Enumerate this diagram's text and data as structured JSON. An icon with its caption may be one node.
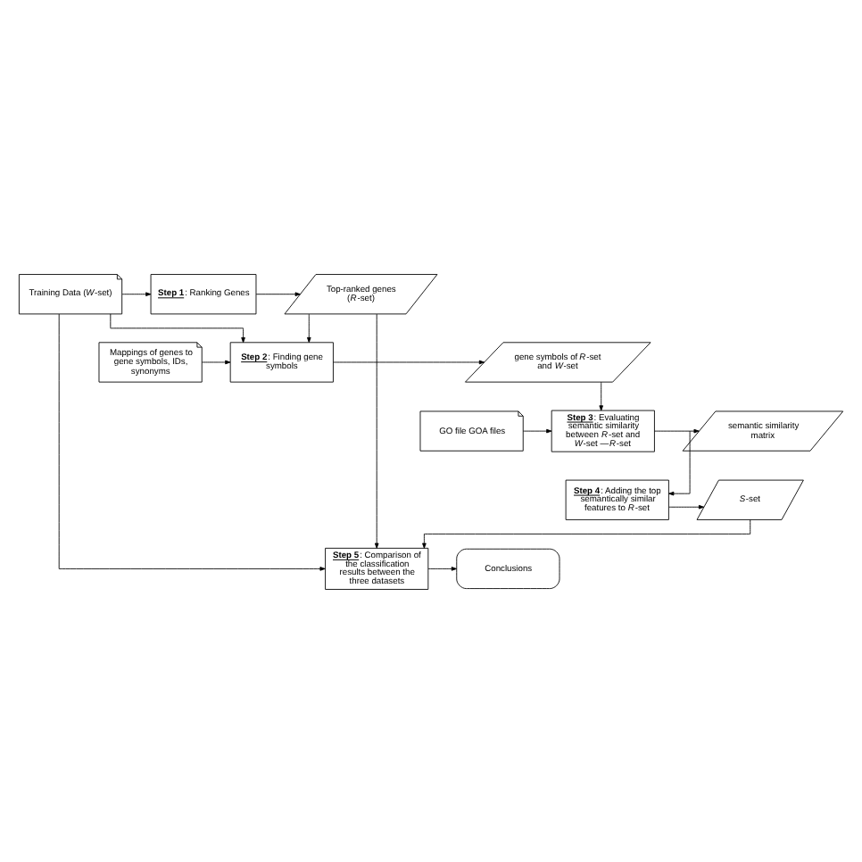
{
  "diagram": {
    "nodes": [
      {
        "text": [
          "Training Data (*W*-set)"
        ]
      },
      {
        "text": [
          "**Step 1**: Ranking Genes"
        ]
      },
      {
        "text": [
          "Top-ranked genes (*R*-set)"
        ]
      },
      {
        "text": [
          "Mappings of genes to gene symbols, IDs, synonyms"
        ]
      },
      {
        "text": [
          "**Step 2**: Finding gene symbols"
        ]
      },
      {
        "text": [
          "gene symbols of *R*-set and *W*-set"
        ]
      },
      {
        "text": [
          "GO file GOA files"
        ]
      },
      {
        "text": [
          "**Step 3**: Evaluating semantic similarity between *R*-set and *W*-set —*R*-set"
        ]
      },
      {
        "text": [
          "semantic similarity matrix"
        ]
      },
      {
        "text": [
          "**Step 4**: Adding the top semantically similar features to *R*-set"
        ]
      },
      {
        "text": [
          "*S*-set"
        ]
      },
      {
        "text": [
          "**Step 5**: Comparison of the classification results between the three datasets"
        ]
      },
      {
        "text": [
          "Conclusions"
        ]
      }
    ],
    "edges": [
      {
        "from": 0,
        "to": 1,
        "arrow": "to"
      },
      {
        "from": 1,
        "to": 2,
        "arrow": "to"
      },
      {
        "from": 0,
        "to": 4,
        "arrow": "to"
      },
      {
        "from": 2,
        "to": 4,
        "arrow": "to"
      },
      {
        "from": 3,
        "to": 4,
        "arrow": "to"
      },
      {
        "from": 4,
        "to": 5,
        "arrow": "to"
      },
      {
        "from": 5,
        "to": 7,
        "arrow": "to"
      },
      {
        "from": 6,
        "to": 7,
        "arrow": "to"
      },
      {
        "from": 7,
        "to": 8,
        "arrow": "to"
      },
      {
        "from": 8,
        "to": 9,
        "arrow": "to"
      },
      {
        "from": 9,
        "to": 10,
        "arrow": "to"
      },
      {
        "from": 10,
        "to": 11,
        "arrow": "to"
      },
      {
        "from": 2,
        "to": 11,
        "arrow": "to"
      },
      {
        "from": 0,
        "to": 11,
        "arrow": "to"
      },
      {
        "from": 11,
        "to": 12,
        "arrow": "to"
      }
    ]
  }
}
